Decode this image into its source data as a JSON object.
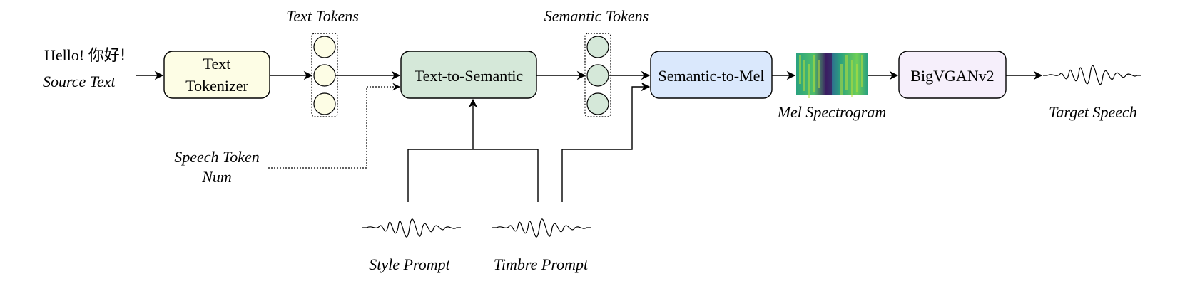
{
  "input": {
    "text_latin": "Hello! ",
    "text_cjk": "你好!",
    "caption": "Source Text"
  },
  "nodes": {
    "text_tokenizer": {
      "line1": "Text",
      "line2": "Tokenizer",
      "fill": "#fdfde5"
    },
    "text_to_semantic": {
      "label": "Text-to-Semantic",
      "fill": "#d5e8d9"
    },
    "semantic_to_mel": {
      "label": "Semantic-to-Mel",
      "fill": "#dae8fc"
    },
    "vocoder": {
      "label": "BigVGANv2",
      "fill": "#f6effb"
    }
  },
  "token_groups": {
    "text_tokens": {
      "caption": "Text Tokens",
      "fill": "#fdfde5"
    },
    "semantic_tokens": {
      "caption": "Semantic Tokens",
      "fill": "#d5e8d9"
    }
  },
  "side_inputs": {
    "speech_token_num": {
      "line1": "Speech Token",
      "line2": "Num"
    },
    "style_prompt": "Style Prompt",
    "timbre_prompt": "Timbre Prompt"
  },
  "outputs": {
    "mel_spectrogram": "Mel Spectrogram",
    "target_speech": "Target Speech"
  },
  "colors": {
    "stroke": "#000000",
    "spectrogram_bg": "#2aa17f",
    "spectrogram_dark": "#3b1e62",
    "spectrogram_bright": "#b9de3a"
  }
}
